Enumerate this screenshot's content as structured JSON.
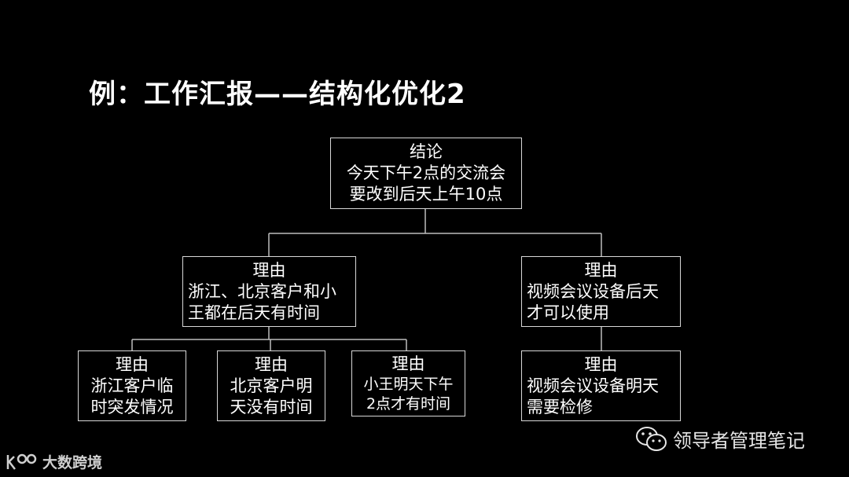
{
  "title": "例：工作汇报——结构化优化2",
  "nodes": {
    "root": {
      "head": "结论",
      "lines": [
        "今天下午2点的交流会",
        "要改到后天上午10点"
      ]
    },
    "reason_left": {
      "head": "理由",
      "lines": [
        "浙江、北京客户和小",
        "王都在后天有时间"
      ]
    },
    "reason_right": {
      "head": "理由",
      "lines": [
        "视频会议设备后天",
        "才可以使用"
      ]
    },
    "sub1": {
      "head": "理由",
      "lines": [
        "浙江客户临",
        "时突发情况"
      ]
    },
    "sub2": {
      "head": "理由",
      "lines": [
        "北京客户明",
        "天没有时间"
      ]
    },
    "sub3": {
      "head": "理由",
      "lines": [
        "小王明天下午",
        "2点才有时间"
      ]
    },
    "sub4": {
      "head": "理由",
      "lines": [
        "视频会议设备明天",
        "需要检修"
      ]
    }
  },
  "watermark": {
    "text": "领导者管理笔记",
    "icon": "wechat-icon"
  },
  "brand": {
    "text": "大数跨境",
    "icon": "logo-icon"
  }
}
